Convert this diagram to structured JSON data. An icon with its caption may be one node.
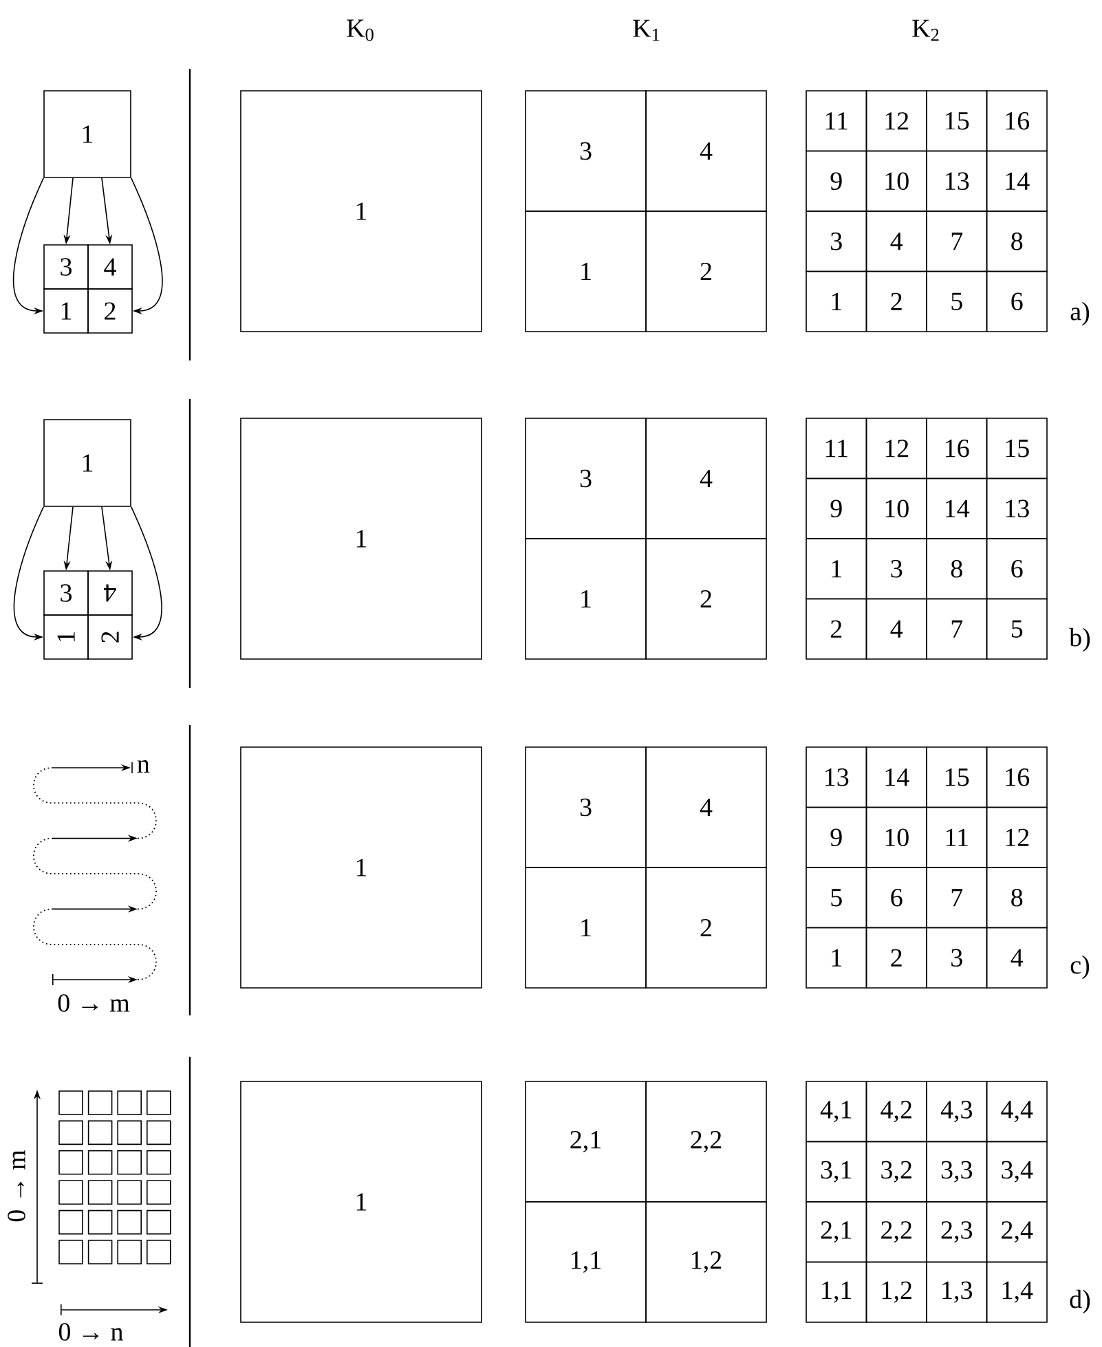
{
  "diagram": {
    "nodes": [
      {
        "text": [
          "1"
        ]
      },
      {
        "text": [
          "3"
        ]
      },
      {
        "text": [
          "4"
        ]
      },
      {
        "text": [
          "1"
        ]
      },
      {
        "text": [
          "2"
        ]
      },
      {
        "text": [
          "1"
        ]
      },
      {
        "text": [
          "3"
        ]
      },
      {
        "text": [
          "4"
        ]
      },
      {
        "text": [
          "1"
        ]
      },
      {
        "text": [
          "2"
        ]
      },
      {
        "text": [
          "11"
        ]
      },
      {
        "text": [
          "12"
        ]
      },
      {
        "text": [
          "15"
        ]
      },
      {
        "text": [
          "16"
        ]
      },
      {
        "text": [
          "9"
        ]
      },
      {
        "text": [
          "10"
        ]
      },
      {
        "text": [
          "13"
        ]
      },
      {
        "text": [
          "14"
        ]
      },
      {
        "text": [
          "3"
        ]
      },
      {
        "text": [
          "4"
        ]
      },
      {
        "text": [
          "7"
        ]
      },
      {
        "text": [
          "8"
        ]
      },
      {
        "text": [
          "1"
        ]
      },
      {
        "text": [
          "2"
        ]
      },
      {
        "text": [
          "5"
        ]
      },
      {
        "text": [
          "6"
        ]
      },
      {
        "text": [
          "1"
        ]
      },
      {
        "text": [
          "3"
        ]
      },
      {
        "text": [
          "4"
        ]
      },
      {
        "text": [
          "1"
        ]
      },
      {
        "text": [
          "2"
        ]
      },
      {
        "text": [
          "1"
        ]
      },
      {
        "text": [
          "3"
        ]
      },
      {
        "text": [
          "4"
        ]
      },
      {
        "text": [
          "1"
        ]
      },
      {
        "text": [
          "2"
        ]
      },
      {
        "text": [
          "11"
        ]
      },
      {
        "text": [
          "12"
        ]
      },
      {
        "text": [
          "16"
        ]
      },
      {
        "text": [
          "15"
        ]
      },
      {
        "text": [
          "9"
        ]
      },
      {
        "text": [
          "10"
        ]
      },
      {
        "text": [
          "14"
        ]
      },
      {
        "text": [
          "13"
        ]
      },
      {
        "text": [
          "1"
        ]
      },
      {
        "text": [
          "3"
        ]
      },
      {
        "text": [
          "8"
        ]
      },
      {
        "text": [
          "6"
        ]
      },
      {
        "text": [
          "2"
        ]
      },
      {
        "text": [
          "4"
        ]
      },
      {
        "text": [
          "7"
        ]
      },
      {
        "text": [
          "5"
        ]
      },
      {
        "text": [
          "1"
        ]
      },
      {
        "text": [
          "3"
        ]
      },
      {
        "text": [
          "4"
        ]
      },
      {
        "text": [
          "1"
        ]
      },
      {
        "text": [
          "2"
        ]
      },
      {
        "text": [
          "13"
        ]
      },
      {
        "text": [
          "14"
        ]
      },
      {
        "text": [
          "15"
        ]
      },
      {
        "text": [
          "16"
        ]
      },
      {
        "text": [
          "9"
        ]
      },
      {
        "text": [
          "10"
        ]
      },
      {
        "text": [
          "11"
        ]
      },
      {
        "text": [
          "12"
        ]
      },
      {
        "text": [
          "5"
        ]
      },
      {
        "text": [
          "6"
        ]
      },
      {
        "text": [
          "7"
        ]
      },
      {
        "text": [
          "8"
        ]
      },
      {
        "text": [
          "1"
        ]
      },
      {
        "text": [
          "2"
        ]
      },
      {
        "text": [
          "3"
        ]
      },
      {
        "text": [
          "4"
        ]
      },
      {
        "text": [
          "1"
        ]
      },
      {
        "text": [
          "2,1"
        ]
      },
      {
        "text": [
          "2,2"
        ]
      },
      {
        "text": [
          "1,1"
        ]
      },
      {
        "text": [
          "1,2"
        ]
      },
      {
        "text": [
          "4,1"
        ]
      },
      {
        "text": [
          "4,2"
        ]
      },
      {
        "text": [
          "4,3"
        ]
      },
      {
        "text": [
          "4,4"
        ]
      },
      {
        "text": [
          "3,1"
        ]
      },
      {
        "text": [
          "3,2"
        ]
      },
      {
        "text": [
          "3,3"
        ]
      },
      {
        "text": [
          "3,4"
        ]
      },
      {
        "text": [
          "2,1"
        ]
      },
      {
        "text": [
          "2,2"
        ]
      },
      {
        "text": [
          "2,3"
        ]
      },
      {
        "text": [
          "2,4"
        ]
      },
      {
        "text": [
          "1,1"
        ]
      },
      {
        "text": [
          "1,2"
        ]
      },
      {
        "text": [
          "1,3"
        ]
      },
      {
        "text": [
          "1,4"
        ]
      }
    ],
    "edges": [
      {
        "from": 0,
        "to": 1,
        "arrow": "to"
      },
      {
        "from": 0,
        "to": 2,
        "arrow": "to"
      },
      {
        "from": 0,
        "to": 3,
        "arrow": "to"
      },
      {
        "from": 0,
        "to": 4,
        "arrow": "to"
      },
      {
        "from": 26,
        "to": 27,
        "arrow": "to"
      },
      {
        "from": 26,
        "to": 28,
        "arrow": "to"
      },
      {
        "from": 26,
        "to": 29,
        "arrow": "to"
      },
      {
        "from": 26,
        "to": 30,
        "arrow": "to"
      }
    ],
    "labels": [
      "K$_{0}$",
      "K$_{1}$",
      "K$_{2}$",
      "a)",
      "b)",
      "n",
      "0 → m",
      "c)",
      "0 → m",
      "0 → n",
      "d)"
    ]
  }
}
